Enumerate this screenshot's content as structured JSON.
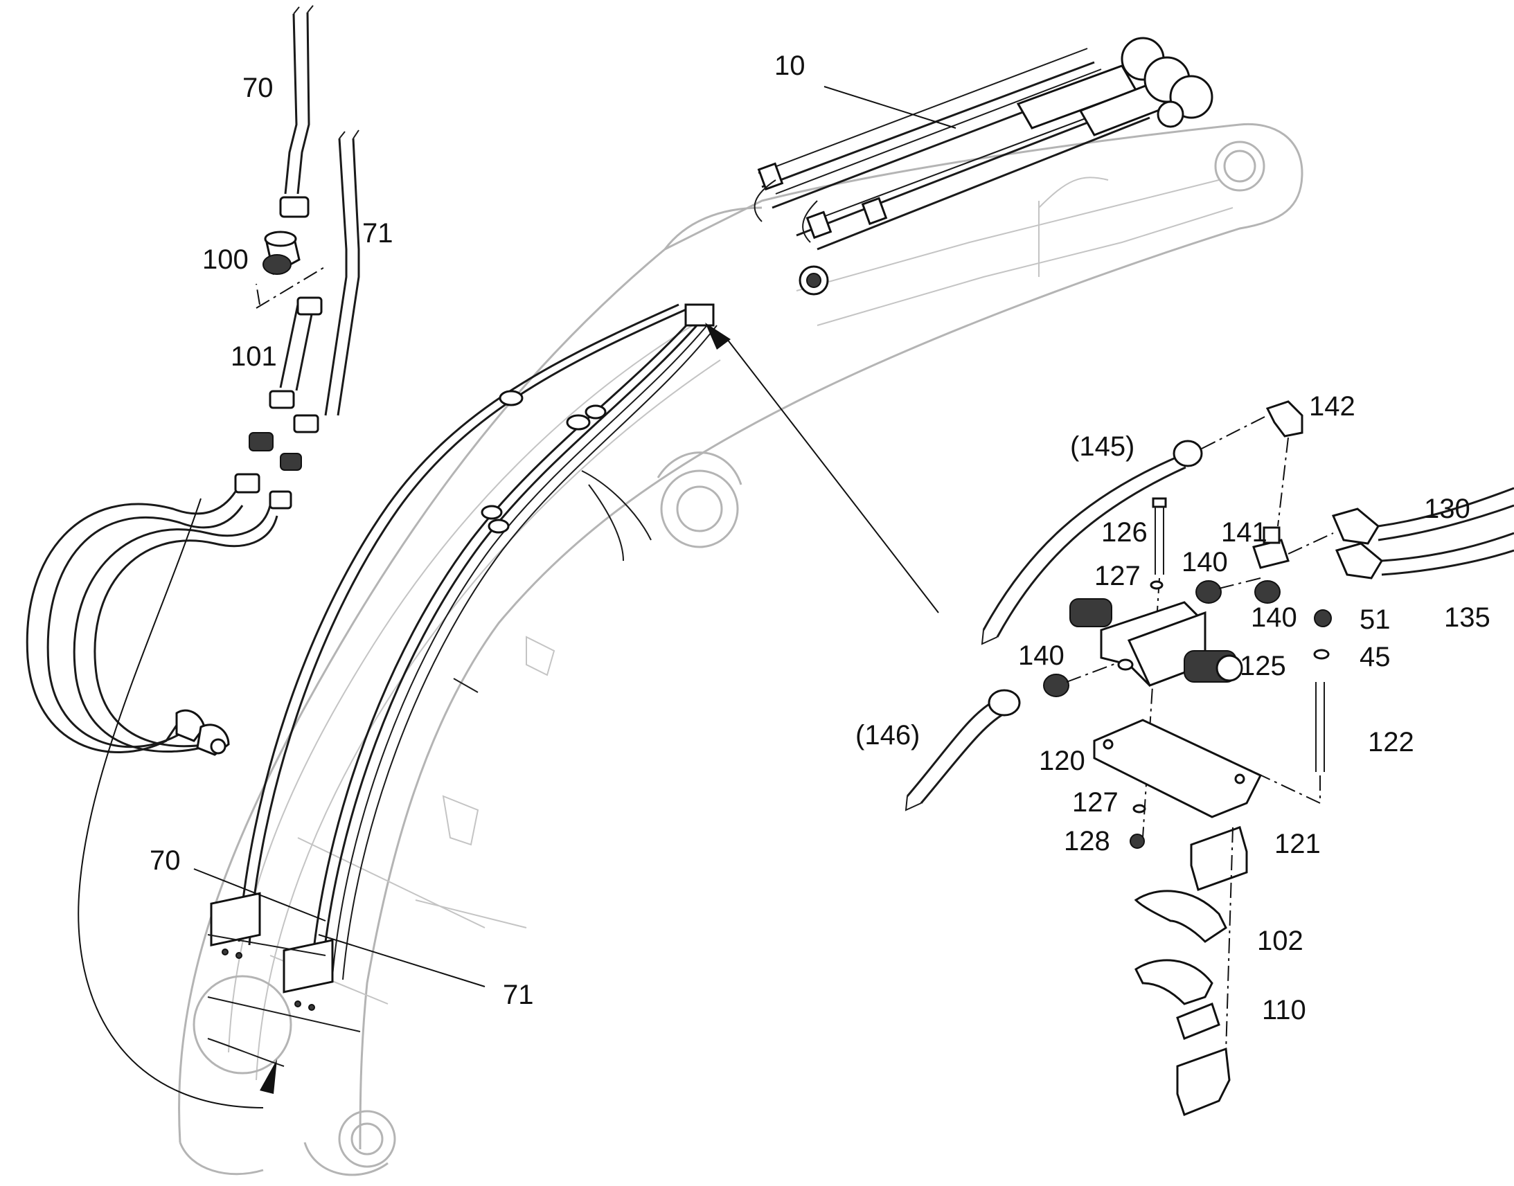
{
  "figure": {
    "type": "exploded-parts-diagram",
    "subject": "excavator boom hydraulic piping",
    "colors": {
      "line": "#111111",
      "ghost": "#b4b4b4",
      "background": "#ffffff"
    }
  },
  "callouts": {
    "c10": "10",
    "c70_top": "70",
    "c71_top": "71",
    "c100": "100",
    "c101": "101",
    "c70_bottom": "70",
    "c71_bottom": "71",
    "c142": "142",
    "c145": "(145)",
    "c146": "(146)",
    "c130": "130",
    "c135": "135",
    "c126": "126",
    "c141": "141",
    "c127_top": "127",
    "c140_a": "140",
    "c140_b": "140",
    "c140_c": "140",
    "c51": "51",
    "c45": "45",
    "c125": "125",
    "c122": "122",
    "c120": "120",
    "c127_bottom": "127",
    "c128": "128",
    "c121": "121",
    "c102": "102",
    "c110": "110"
  }
}
